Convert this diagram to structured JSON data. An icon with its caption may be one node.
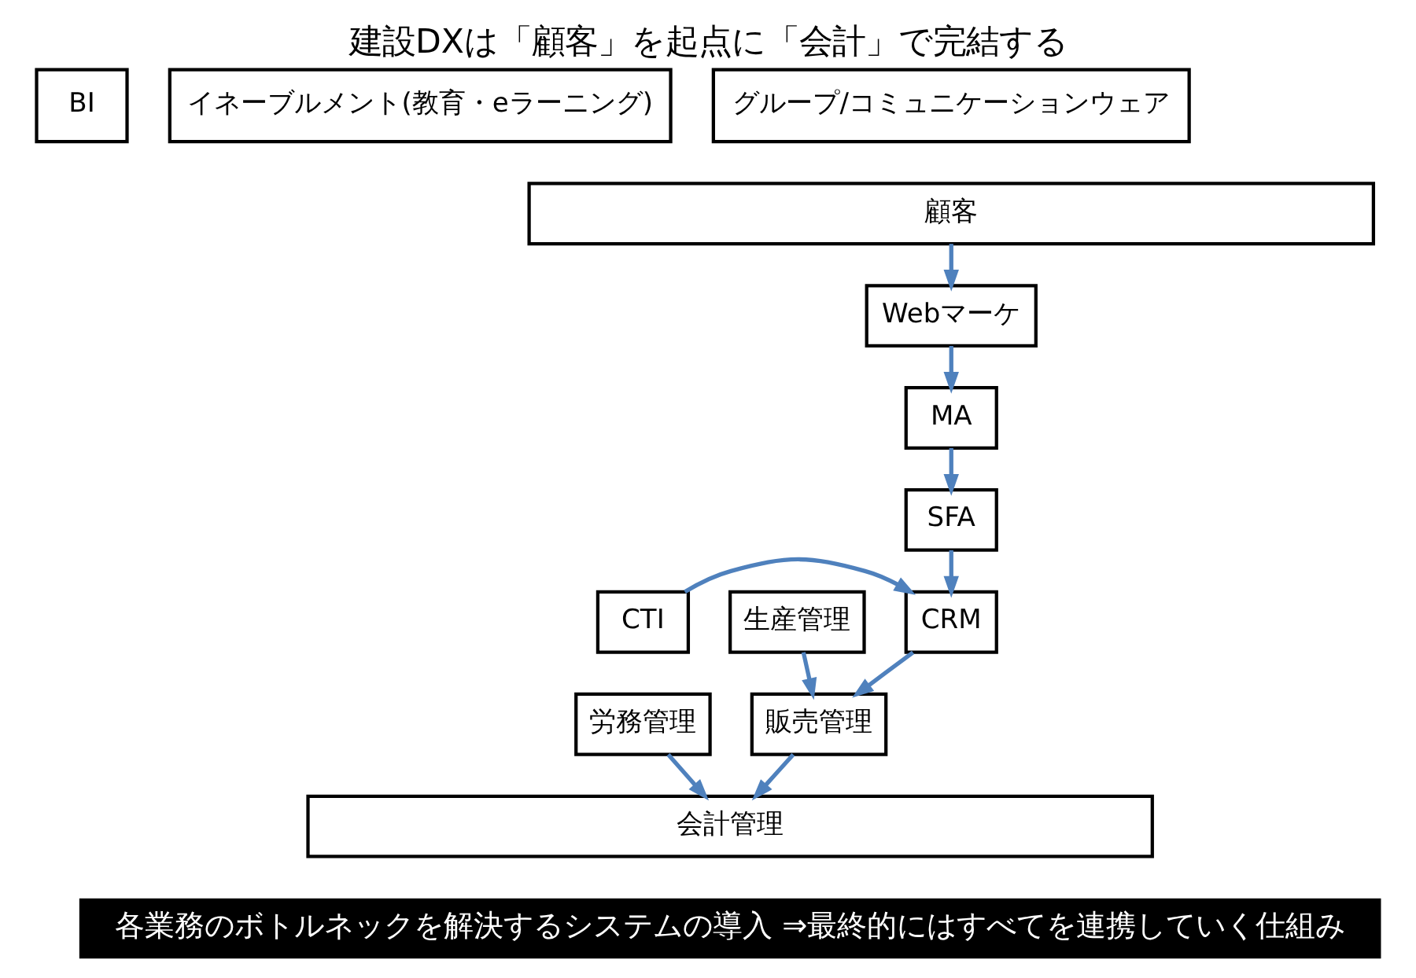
{
  "diagram": {
    "title": "建設DXは「顧客」を起点に「会計」で完結する",
    "caption": "各業務のボトルネックを解決するシステムの導入 ⇒最終的にはすべてを連携していく仕組み",
    "nodes": [
      {
        "text": [
          "BI"
        ]
      },
      {
        "text": [
          "イネーブルメント(教育・eラーニング)"
        ]
      },
      {
        "text": [
          "グループ/コミュニケーションウェア"
        ]
      },
      {
        "text": [
          "顧客"
        ]
      },
      {
        "text": [
          "Webマーケ"
        ]
      },
      {
        "text": [
          "MA"
        ]
      },
      {
        "text": [
          "SFA"
        ]
      },
      {
        "text": [
          "CTI"
        ]
      },
      {
        "text": [
          "CRM"
        ]
      },
      {
        "text": [
          "生産管理"
        ]
      },
      {
        "text": [
          "労務管理"
        ]
      },
      {
        "text": [
          "販売管理"
        ]
      },
      {
        "text": [
          "会計管理"
        ]
      }
    ],
    "edges": [
      {
        "from": 3,
        "to": 4,
        "arrow": "to"
      },
      {
        "from": 4,
        "to": 5,
        "arrow": "to"
      },
      {
        "from": 5,
        "to": 6,
        "arrow": "to"
      },
      {
        "from": 6,
        "to": 8,
        "arrow": "to"
      },
      {
        "from": 7,
        "to": 8,
        "arrow": "to"
      },
      {
        "from": 8,
        "to": 11,
        "arrow": "to"
      },
      {
        "from": 9,
        "to": 11,
        "arrow": "to"
      },
      {
        "from": 10,
        "to": 12,
        "arrow": "to"
      },
      {
        "from": 11,
        "to": 12,
        "arrow": "to"
      }
    ]
  }
}
